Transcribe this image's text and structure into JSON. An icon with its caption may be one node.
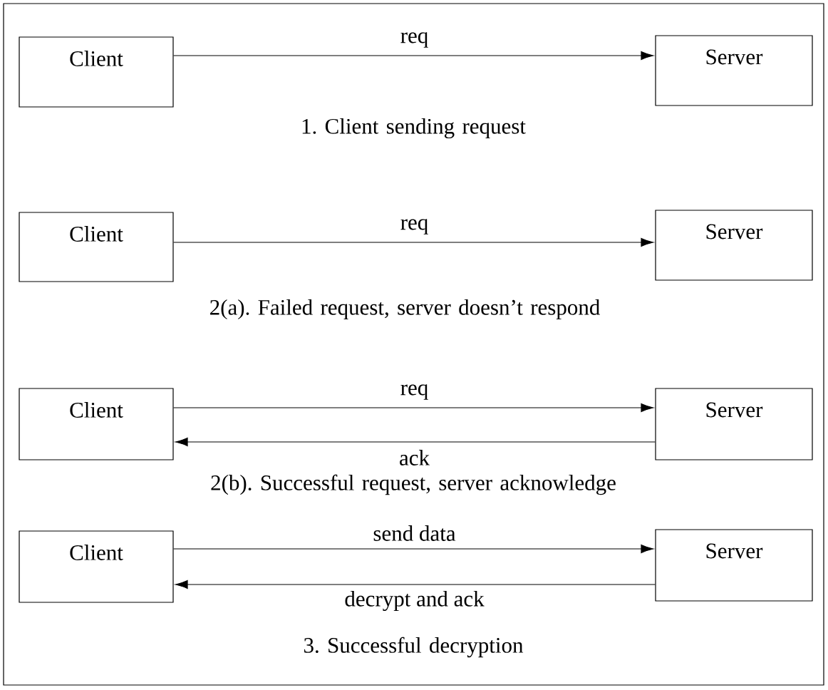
{
  "diagram": {
    "nodes": [
      {
        "text": [
          "Client"
        ]
      },
      {
        "text": [
          "Server"
        ]
      },
      {
        "text": [
          "Client"
        ]
      },
      {
        "text": [
          "Server"
        ]
      },
      {
        "text": [
          "Client"
        ]
      },
      {
        "text": [
          "Server"
        ]
      },
      {
        "text": [
          "Client"
        ]
      },
      {
        "text": [
          "Server"
        ]
      }
    ],
    "edges": [
      {
        "from": 0,
        "to": 1,
        "arrow": "to",
        "label": "req"
      },
      {
        "from": 2,
        "to": 3,
        "arrow": "to",
        "label": "req"
      },
      {
        "from": 4,
        "to": 5,
        "arrow": "to",
        "label": "req"
      },
      {
        "from": 5,
        "to": 4,
        "arrow": "to",
        "label": "ack"
      },
      {
        "from": 6,
        "to": 7,
        "arrow": "to",
        "label": "send data"
      },
      {
        "from": 7,
        "to": 6,
        "arrow": "to",
        "label": "decrypt and ack"
      }
    ],
    "labels": [
      "1. Client sending request",
      "2(a). Failed request, server doesn’t respond",
      "2(b). Successful request, server acknowledge",
      "3. Successful decryption"
    ]
  }
}
